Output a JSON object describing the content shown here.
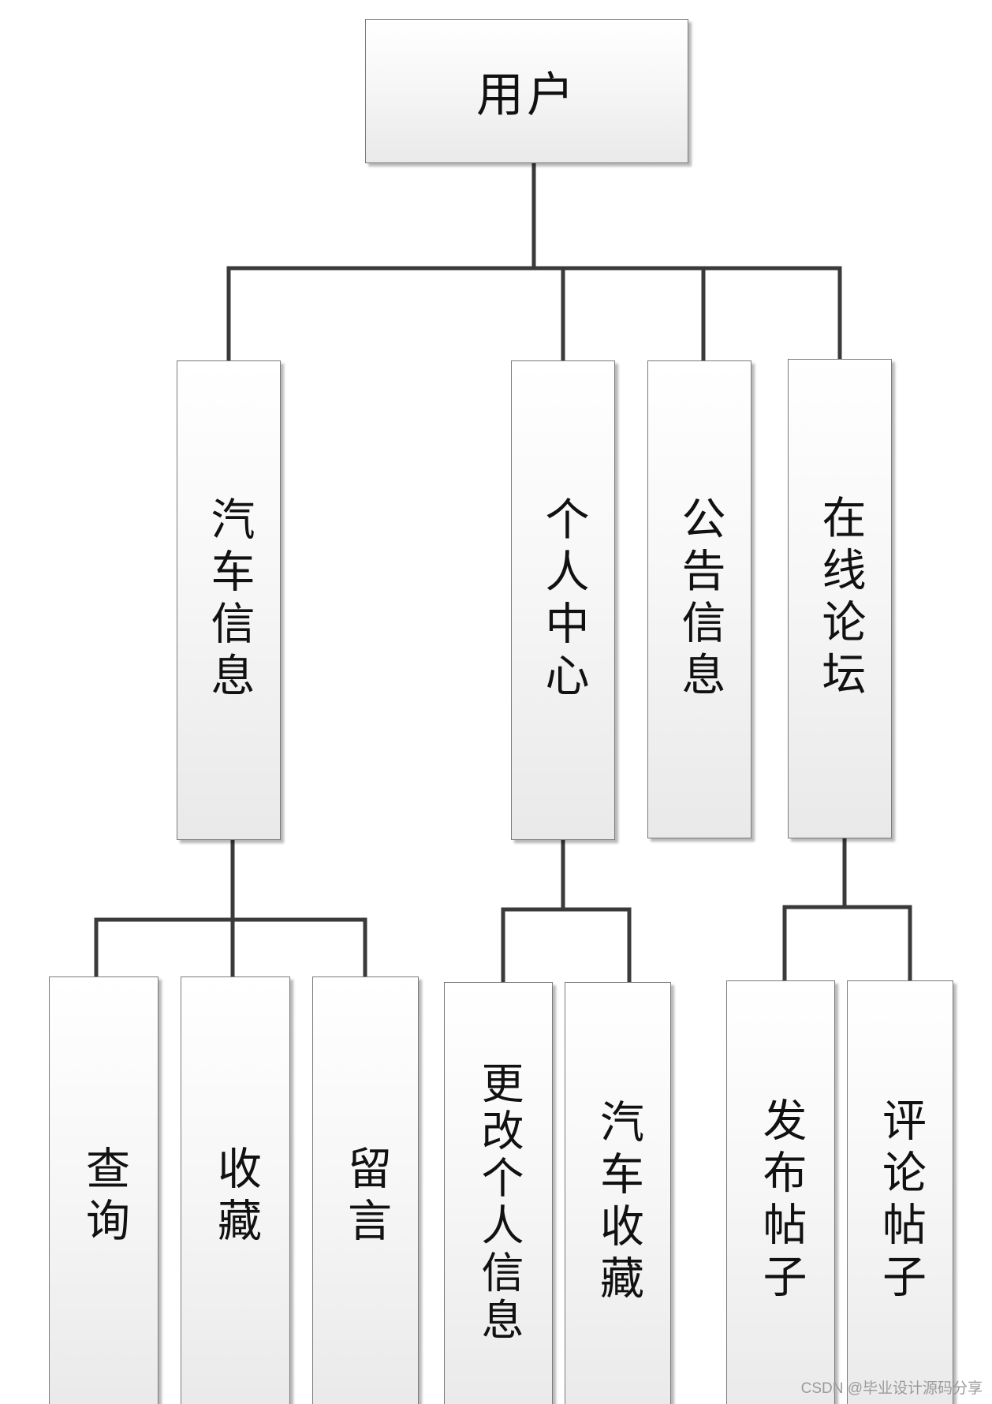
{
  "diagram": {
    "root": {
      "label": "用户"
    },
    "branches": [
      {
        "id": "car",
        "label": "汽车信息",
        "children": [
          {
            "id": "query",
            "label": "查询"
          },
          {
            "id": "fav",
            "label": "收藏"
          },
          {
            "id": "msg",
            "label": "留言"
          }
        ]
      },
      {
        "id": "center",
        "label": "个人中心",
        "children": [
          {
            "id": "edit",
            "label": "更改个人信息"
          },
          {
            "id": "carfav",
            "label": "汽车收藏"
          }
        ]
      },
      {
        "id": "notice",
        "label": "公告信息",
        "children": []
      },
      {
        "id": "forum",
        "label": "在线论坛",
        "children": [
          {
            "id": "post",
            "label": "发布帖子"
          },
          {
            "id": "comment",
            "label": "评论帖子"
          }
        ]
      }
    ]
  },
  "watermark": "CSDN @毕业设计源码分享",
  "colors": {
    "line": "#3a3a3a",
    "border": "#7a7a7a",
    "text": "#111111"
  }
}
